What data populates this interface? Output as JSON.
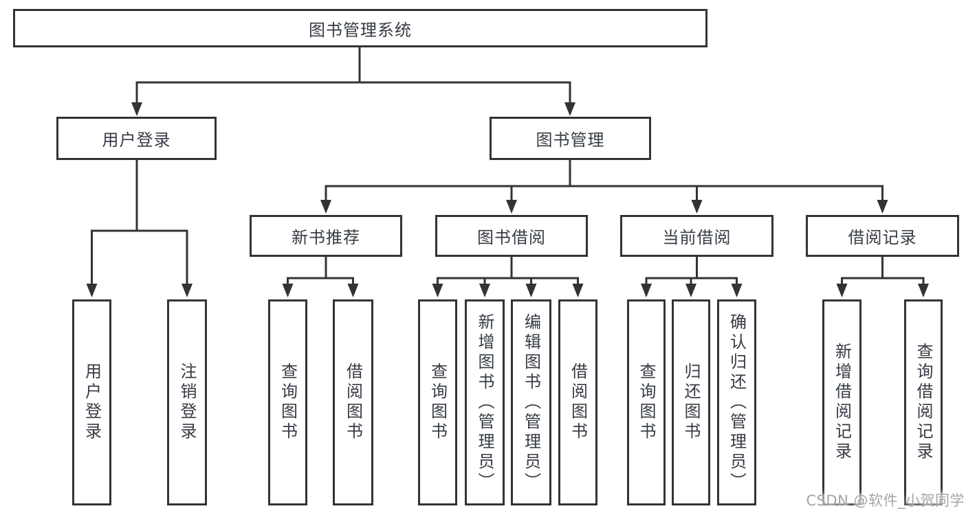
{
  "diagram": {
    "root": "图书管理系统",
    "children": [
      {
        "label": "用户登录",
        "children": [
          {
            "label": "用户登录"
          },
          {
            "label": "注销登录"
          }
        ]
      },
      {
        "label": "图书管理",
        "children": [
          {
            "label": "新书推荐",
            "children": [
              {
                "label": "查询图书"
              },
              {
                "label": "借阅图书"
              }
            ]
          },
          {
            "label": "图书借阅",
            "children": [
              {
                "label": "查询图书"
              },
              {
                "label": "新增图书（管理员）"
              },
              {
                "label": "编辑图书（管理员）"
              },
              {
                "label": "借阅图书"
              }
            ]
          },
          {
            "label": "当前借阅",
            "children": [
              {
                "label": "查询图书"
              },
              {
                "label": "归还图书"
              },
              {
                "label": "确认归还（管理员）"
              }
            ]
          },
          {
            "label": "借阅记录",
            "children": [
              {
                "label": "新增借阅记录"
              },
              {
                "label": "查询借阅记录"
              }
            ]
          }
        ]
      }
    ]
  },
  "watermark": "CSDN @软件_小贺同学",
  "colors": {
    "line": "#333333",
    "text": "#363b44",
    "watermark": "#a5a5a5",
    "background": "#ffffff"
  }
}
